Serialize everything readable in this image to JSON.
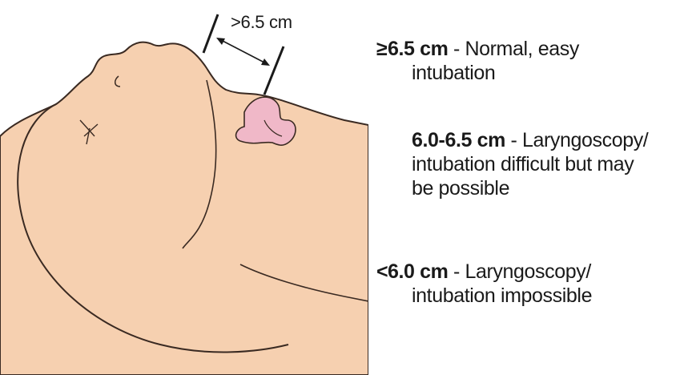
{
  "measurement": {
    "label": ">6.5 cm"
  },
  "legend": [
    {
      "symbol": "≥",
      "range": "6.5 cm",
      "separator": " - ",
      "text_line1": "Normal, easy",
      "text_lines": [
        "intubation"
      ]
    },
    {
      "symbol": "",
      "range": "6.0-6.5 cm",
      "separator": " - ",
      "text_line1": "Laryngoscopy/",
      "text_lines": [
        "intubation difficult but may",
        "be possible"
      ]
    },
    {
      "symbol": "<",
      "range": "6.0 cm",
      "separator": " - ",
      "text_line1": "Laryngoscopy/",
      "text_lines": [
        "intubation impossible"
      ]
    }
  ],
  "colors": {
    "skin": "#f6d0b0",
    "skin_outline": "#3a2a22",
    "cartilage": "#f0b8c8",
    "line": "#1a1a1a"
  }
}
